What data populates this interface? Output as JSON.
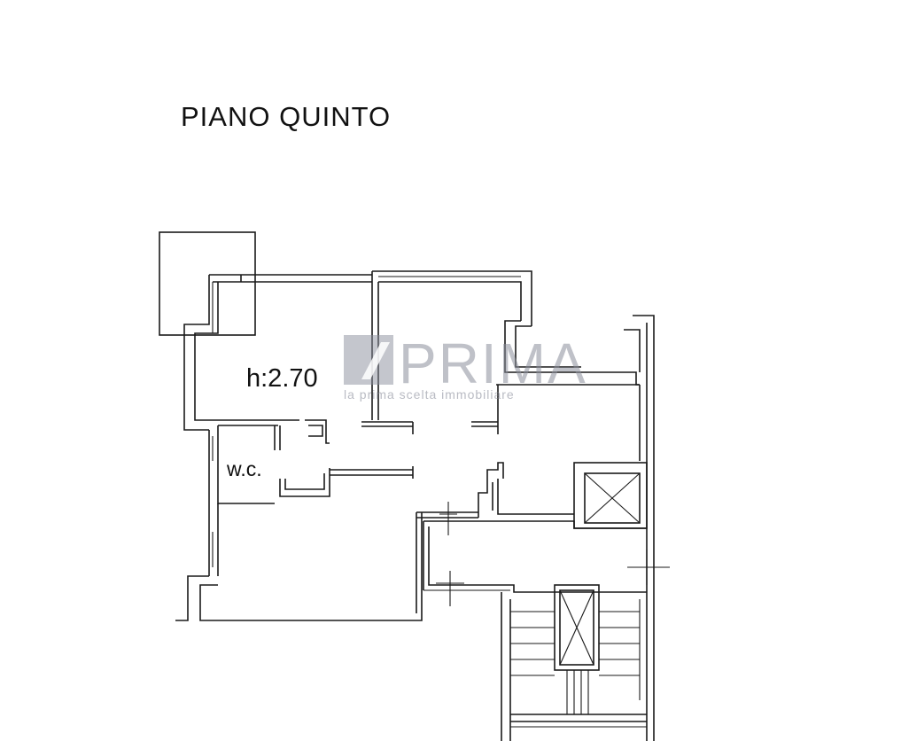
{
  "plan": {
    "title": "PIANO QUINTO",
    "height_label": "h:2.70",
    "wc_label": "w.c."
  },
  "watermark": {
    "brand": "PRIMA",
    "tagline": "la prima scelta immobiliare"
  }
}
